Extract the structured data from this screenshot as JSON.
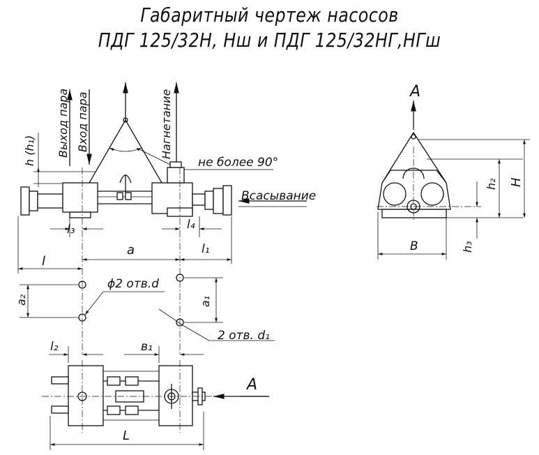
{
  "title": {
    "line1": "Габаритный чертеж насосов",
    "line2": "ПДГ 125/32Н, Нш и ПДГ 125/32НГ,НГш"
  },
  "labels": {
    "steam_outlet": "Выход пара",
    "steam_inlet": "Вход пара",
    "discharge": "Нагнетание",
    "suction": "Всасывание",
    "max_angle": "не более 90°",
    "h": "h (h₁)",
    "holes_d": "ϕ2 отв.d",
    "holes_d1": "2 отв. d₁",
    "view_a_top": "A",
    "view_a_side": "A"
  },
  "dimensions": {
    "l3": "l₃",
    "l4": "l₄",
    "l": "l",
    "a": "a",
    "l1": "l₁",
    "a2": "a₂",
    "a1": "a₁",
    "l2": "l₂",
    "b1": "в₁",
    "L": "L",
    "B": "B",
    "h2": "h₂",
    "H": "H",
    "h3": "h₃"
  }
}
